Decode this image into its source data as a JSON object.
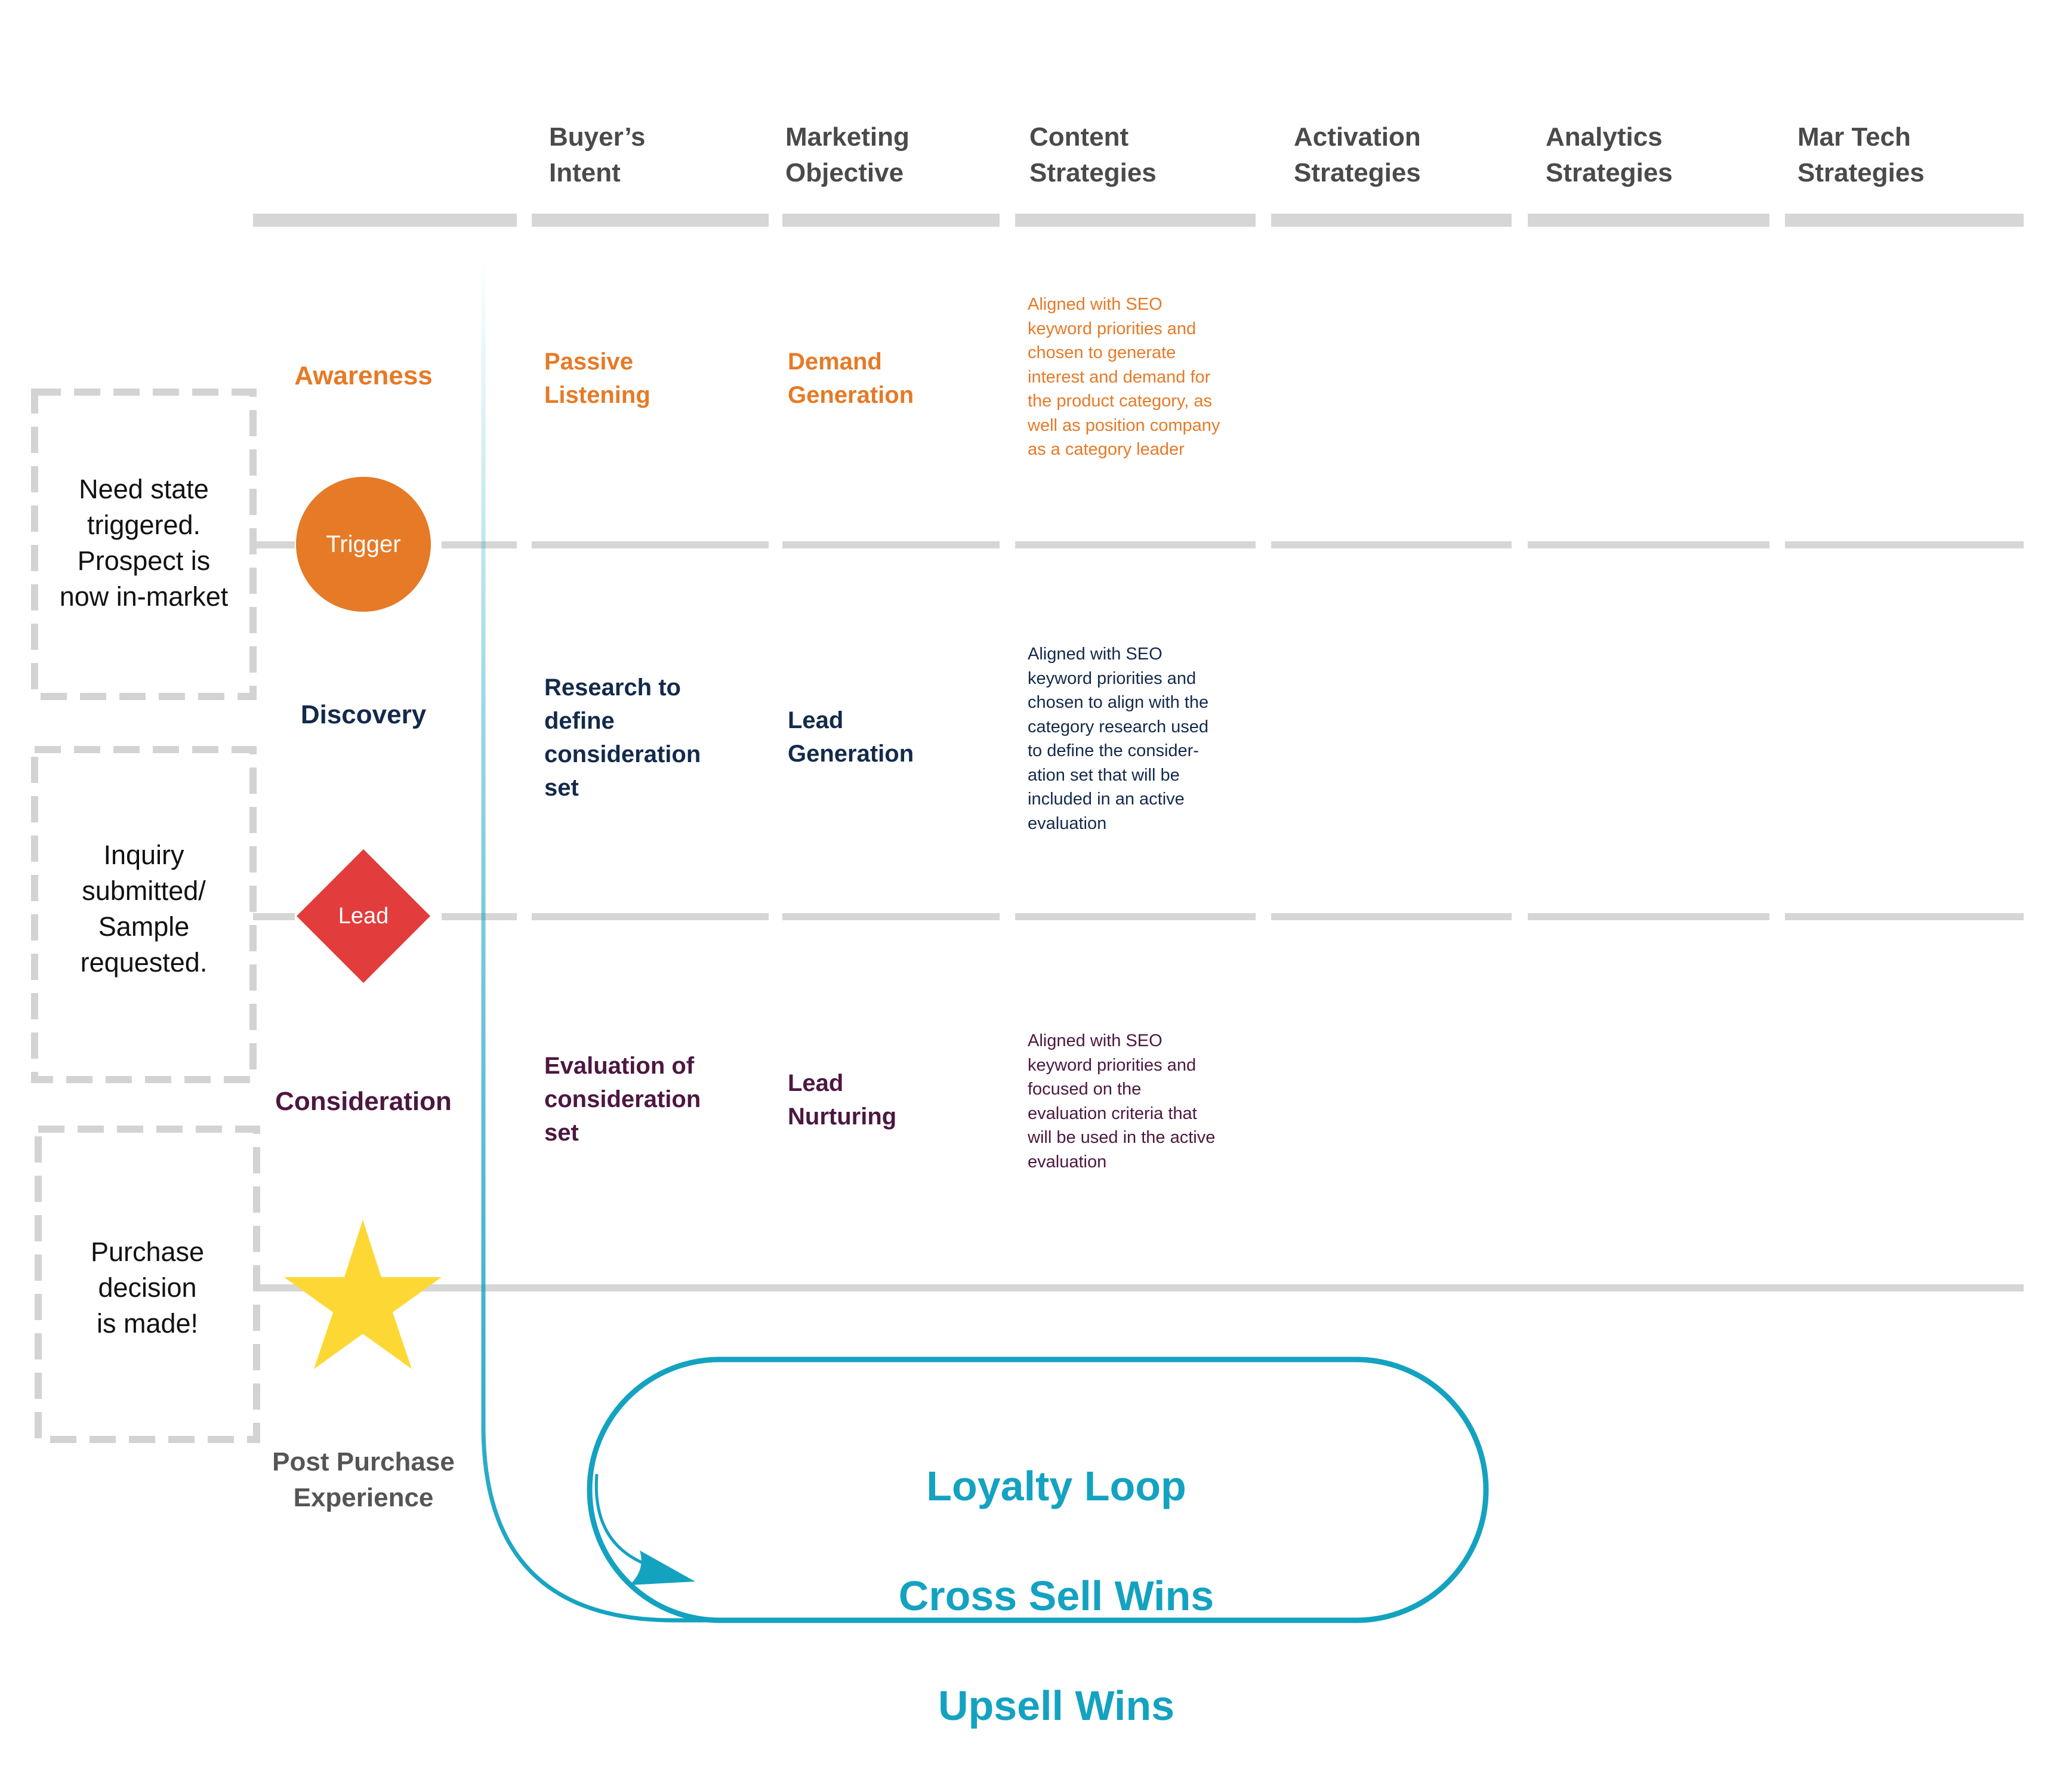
{
  "colors": {
    "awareness": "#e67a27",
    "discovery": "#132a4b",
    "consideration": "#4c1740",
    "loop": "#14a2c1",
    "rule": "#d6d6d6",
    "lead_marker": "#e23c3c",
    "star_marker": "#fdd835"
  },
  "columns": [
    {
      "label": "Buyer’s\nIntent"
    },
    {
      "label": "Marketing\nObjective"
    },
    {
      "label": "Content\nStrategies"
    },
    {
      "label": "Activation\nStrategies"
    },
    {
      "label": "Analytics\nStrategies"
    },
    {
      "label": "Mar Tech\nStrategies"
    }
  ],
  "stages": [
    {
      "label": "Awareness",
      "intent": "Passive\nListening",
      "objective": "Demand\nGeneration",
      "content": "Aligned with SEO\nkeyword priorities and\nchosen to generate\ninterest and demand for\nthe product category, as\nwell as position company\nas a category leader"
    },
    {
      "label": "Discovery",
      "intent": "Research to\ndefine\nconsideration\nset",
      "objective": "Lead\nGeneration",
      "content": "Aligned with SEO\nkeyword priorities and\nchosen to align with the\ncategory research used\nto define the consider-\nation set that will be\nincluded in an active\nevaluation"
    },
    {
      "label": "Consideration",
      "intent": "Evaluation of\nconsideration\nset",
      "objective": "Lead\nNurturing",
      "content": "Aligned with SEO\nkeyword priorities and\nfocused on the\nevaluation criteria that\nwill be used in the active\nevaluation"
    },
    {
      "label": "Post Purchase\nExperience"
    }
  ],
  "markers": {
    "trigger": {
      "label": "Trigger",
      "icon": "circle-marker"
    },
    "lead": {
      "label": "Lead",
      "icon": "diamond-marker"
    },
    "purchase": {
      "icon": "star-icon"
    }
  },
  "notes": [
    "Need state\ntriggered.\nProspect is\nnow in-market",
    "Inquiry\nsubmitted/\nSample\nrequested.",
    "Purchase\ndecision\nis made!"
  ],
  "loop": {
    "lines": [
      "Loyalty Loop",
      "Cross Sell Wins",
      "Upsell Wins"
    ]
  }
}
